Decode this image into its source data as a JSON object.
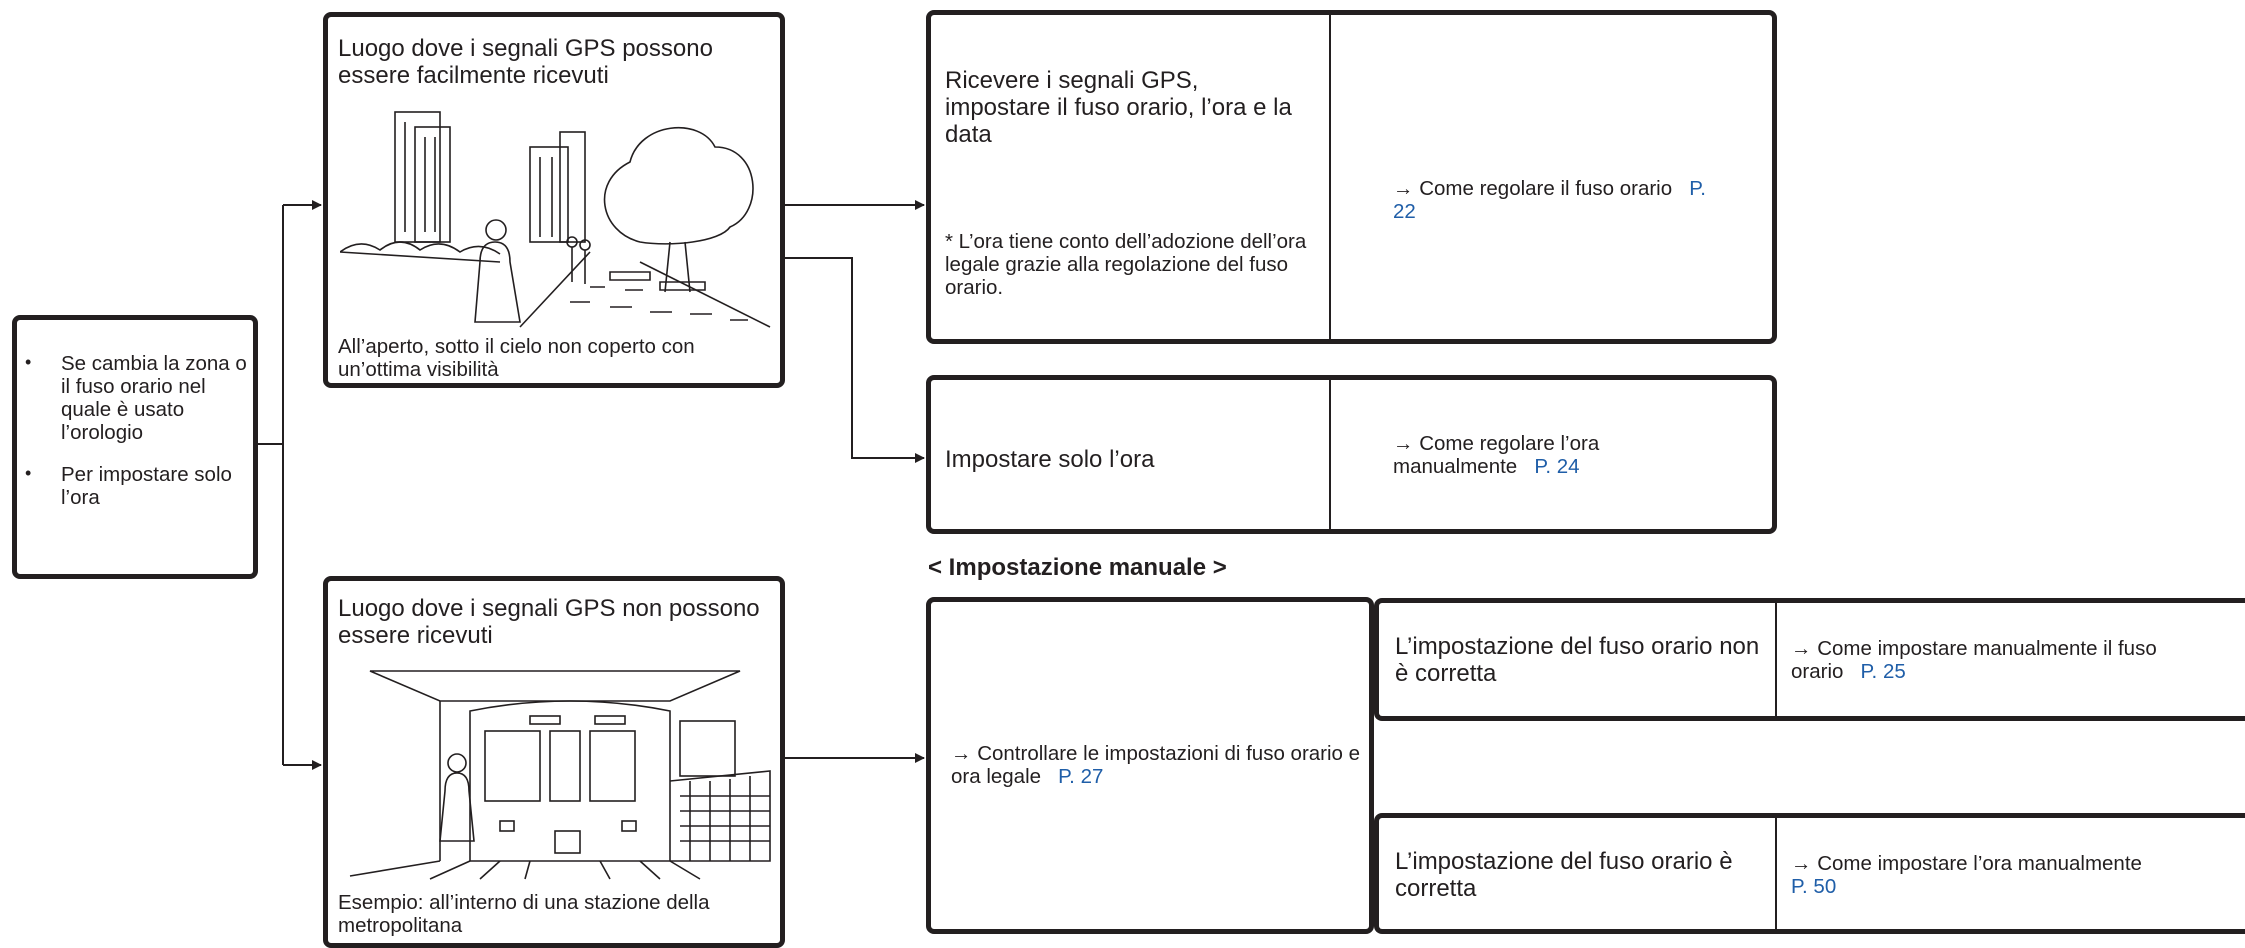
{
  "start_box": {
    "bullets": [
      "Se cambia la zona o il fuso orario nel quale è usato l’orologio",
      "Per impostare solo l’ora"
    ]
  },
  "gps_ok": {
    "title": "Luogo dove i segnali GPS possono essere facilmente ricevuti",
    "caption": "All’aperto, sotto il cielo non coperto con un’ottima visibilità"
  },
  "gps_no": {
    "title": "Luogo dove i segnali GPS non possono essere ricevuti",
    "caption": "Esempio: all’interno di una stazione della metropolitana"
  },
  "receive": {
    "title": "Ricevere i segnali GPS, impostare il fuso orario, l’ora e la data",
    "note": "* L’ora tiene conto dell’adozione dell’ora legale grazie alla regolazione del fuso orario.",
    "link_text": "→ Come regolare il fuso orario",
    "page": "P. 22"
  },
  "time_only": {
    "title": "Impostare solo l’ora",
    "link_text": "→ Come regolare l’ora manualmente",
    "page": "P. 24"
  },
  "manual_heading": "< Impostazione manuale >",
  "check": {
    "link_text": "→ Controllare le impostazioni di fuso orario e ora legale",
    "page": "P. 27"
  },
  "tz_wrong": {
    "title": "L’impostazione del fuso orario non è corretta",
    "link_text": "→ Come impostare manualmente il fuso orario",
    "page": "P. 25"
  },
  "tz_right": {
    "title": "L’impostazione del fuso orario è corretta",
    "link_text": "→ Come impostare l’ora manualmente",
    "page": "P. 50"
  },
  "colors": {
    "ink": "#231f20",
    "link": "#1f5ea8"
  }
}
